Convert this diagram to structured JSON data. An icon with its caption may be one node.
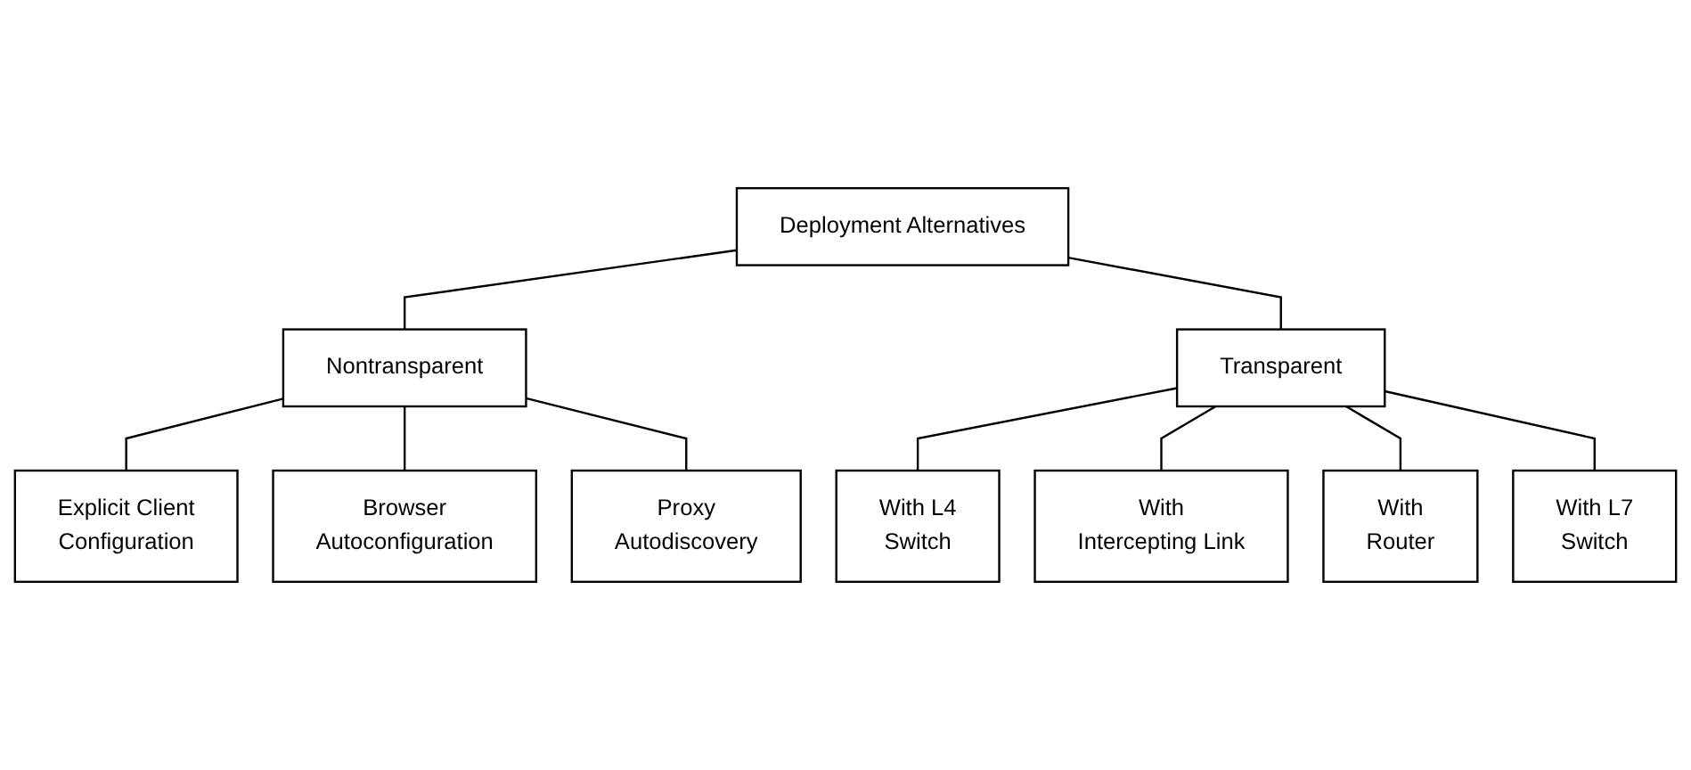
{
  "diagram": {
    "nodes": [
      {
        "text": [
          "Deployment Alternatives"
        ]
      },
      {
        "text": [
          "Nontransparent"
        ]
      },
      {
        "text": [
          "Transparent"
        ]
      },
      {
        "text": [
          "Explicit Client Configuration"
        ]
      },
      {
        "text": [
          "Browser Autoconfiguration"
        ]
      },
      {
        "text": [
          "Proxy Autodiscovery"
        ]
      },
      {
        "text": [
          "With L4 Switch"
        ]
      },
      {
        "text": [
          "With Intercepting Link"
        ]
      },
      {
        "text": [
          "With Router"
        ]
      },
      {
        "text": [
          "With L7 Switch"
        ]
      }
    ],
    "edges": [
      {
        "from": 0,
        "to": 1,
        "arrow": "none"
      },
      {
        "from": 0,
        "to": 2,
        "arrow": "none"
      },
      {
        "from": 1,
        "to": 3,
        "arrow": "none"
      },
      {
        "from": 1,
        "to": 4,
        "arrow": "none"
      },
      {
        "from": 1,
        "to": 5,
        "arrow": "none"
      },
      {
        "from": 2,
        "to": 6,
        "arrow": "none"
      },
      {
        "from": 2,
        "to": 7,
        "arrow": "none"
      },
      {
        "from": 2,
        "to": 8,
        "arrow": "none"
      },
      {
        "from": 2,
        "to": 9,
        "arrow": "none"
      }
    ]
  }
}
